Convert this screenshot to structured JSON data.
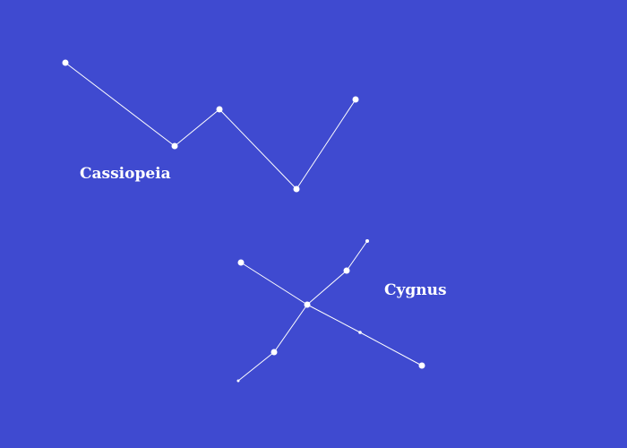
{
  "background_color": "#3f4ad0",
  "line_color": "#ffffff",
  "star_color": "#ffffff",
  "constellations": [
    {
      "id": "cassiopeia",
      "name": "Cassiopeia"
    },
    {
      "id": "cygnus",
      "name": "Cygnus"
    }
  ]
}
